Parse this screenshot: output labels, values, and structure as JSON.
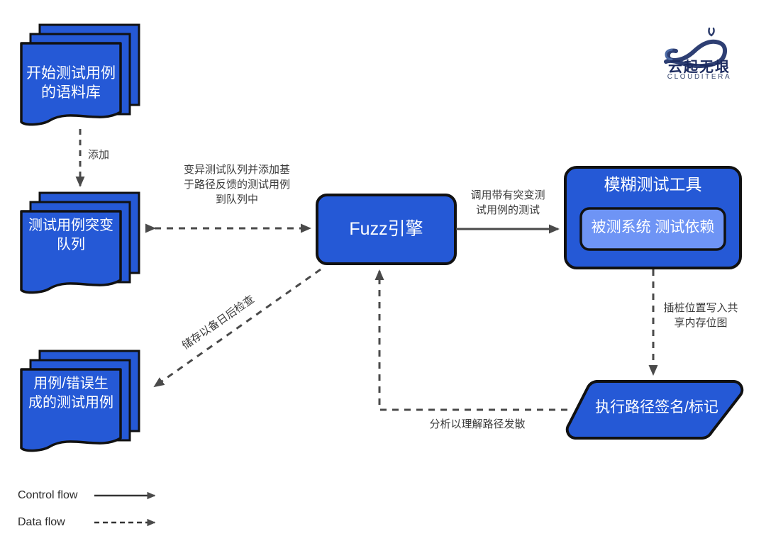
{
  "diagram": {
    "title": "Fuzzing workflow diagram",
    "colors": {
      "node_fill": "#2559d6",
      "node_stroke": "#111111",
      "inner_fill": "#6e94f5",
      "arrow": "#4a4a4a",
      "label_text": "#3b3b3b",
      "node_text": "#ffffff",
      "logo_navy": "#1b2a5e"
    },
    "nodes": [
      {
        "id": "seed-corpus",
        "shape": "stacked-document",
        "text": "开始测试用例\n的语料库"
      },
      {
        "id": "mutation-queue",
        "shape": "stacked-document",
        "text": "测试用例突变\n队列"
      },
      {
        "id": "crash-cases",
        "shape": "stacked-document",
        "text": "用例/错误生\n成的测试用例"
      },
      {
        "id": "fuzz-engine",
        "shape": "rounded-rect",
        "text": "Fuzz引擎"
      },
      {
        "id": "fuzzing-tool",
        "shape": "rounded-rect",
        "text": "模糊测试工具"
      },
      {
        "id": "sut-inner",
        "shape": "rounded-rect-inner",
        "text": "被测系统 测试依赖"
      },
      {
        "id": "path-signature",
        "shape": "parallelogram",
        "text": "执行路径签名/标记"
      }
    ],
    "edge_labels": {
      "add": "添加",
      "mutate_queue": "变异测试队列并添加基\n于路径反馈的测试用例\n到队列中",
      "invoke_test": "调用带有突变测\n试用例的测试",
      "store_for_inspection": "储存以备日后检查",
      "instrumentation": "插桩位置写入共\n享内存位图",
      "analyze_paths": "分析以理解路径发散"
    },
    "legend": [
      {
        "label": "Control flow",
        "line": "solid"
      },
      {
        "label": "Data flow",
        "line": "dashed"
      }
    ],
    "logo": {
      "icon": "infinity-ribbon-icon",
      "cn": "云起无垠",
      "en": "CLOUDITERA"
    }
  }
}
